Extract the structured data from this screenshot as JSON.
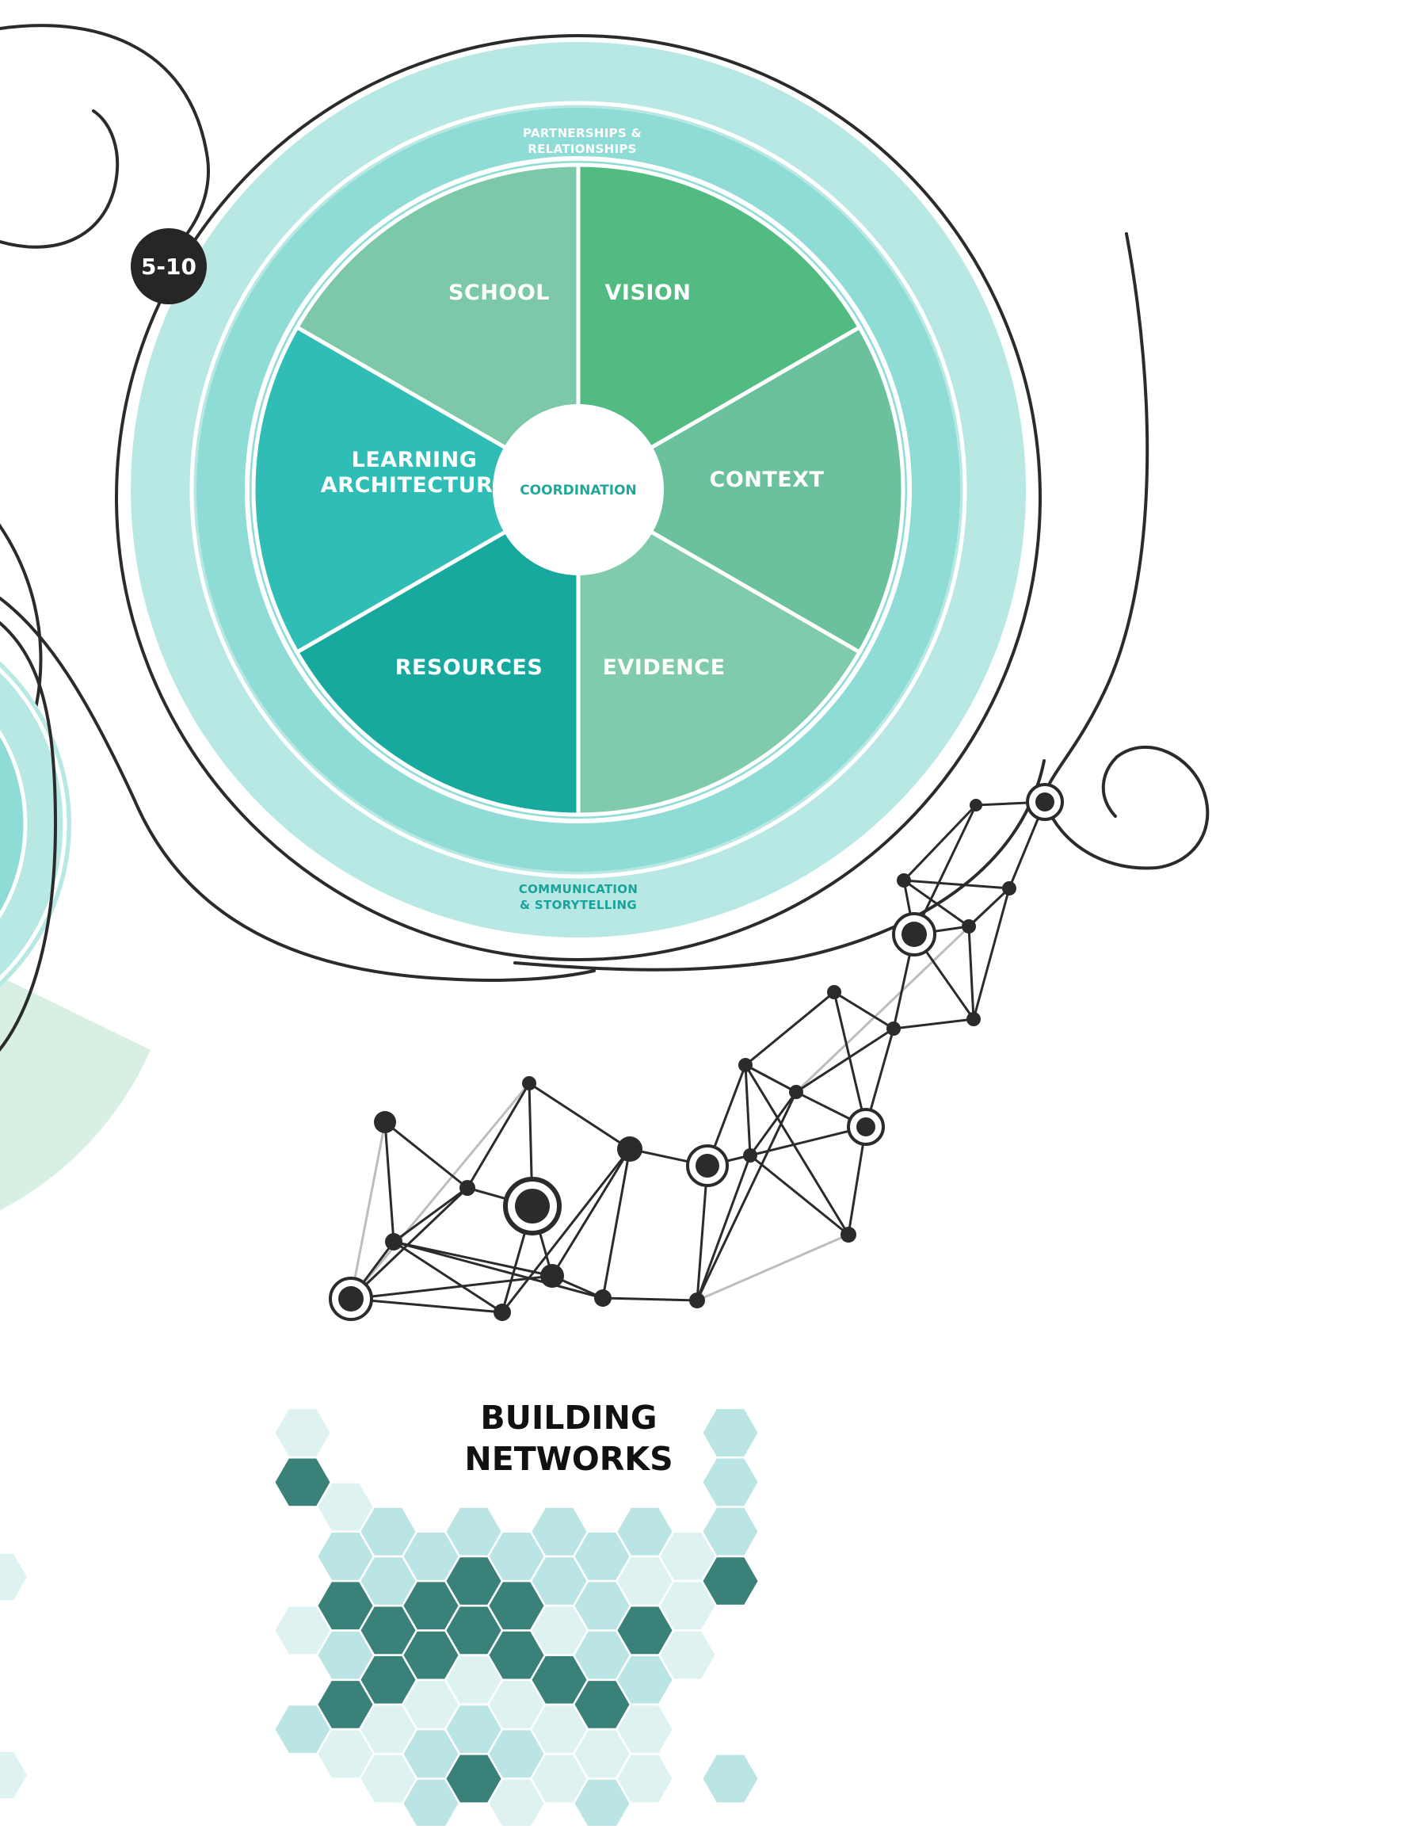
{
  "step_badge": {
    "text": "5-10",
    "color": "#262626"
  },
  "outer_ring": {
    "top_label": [
      "PARTNERSHIPS &",
      "RELATIONSHIPS"
    ],
    "bottom_label": [
      "COMMUNICATION",
      "& STORYTELLING"
    ],
    "top_label_color": "#ffffff",
    "bottom_label_color": "#1aa39a"
  },
  "center": {
    "label": "COORDINATION"
  },
  "segments": [
    {
      "id": "school",
      "lines": [
        "SCHOOL"
      ],
      "color": "#7cc8a8"
    },
    {
      "id": "vision",
      "lines": [
        "VISION"
      ],
      "color": "#52bb82"
    },
    {
      "id": "context",
      "lines": [
        "CONTEXT"
      ],
      "color": "#6cc19d"
    },
    {
      "id": "evidence",
      "lines": [
        "EVIDENCE"
      ],
      "color": "#80cbab"
    },
    {
      "id": "resources",
      "lines": [
        "RESOURCES"
      ],
      "color": "#17a99e"
    },
    {
      "id": "learning-architecture",
      "lines": [
        "LEARNING",
        "ARCHITECTURE"
      ],
      "color": "#2fbdb6"
    }
  ],
  "section_title": [
    "BUILDING",
    "NETWORKS"
  ],
  "colors": {
    "ring_outer": "#b8e8e4",
    "ring_inner": "#8edcd5",
    "hex_dark": "#3a8179",
    "hex_mid": "#bae5e4",
    "hex_light": "#def3f1",
    "network_line": "#2b2b2b"
  }
}
